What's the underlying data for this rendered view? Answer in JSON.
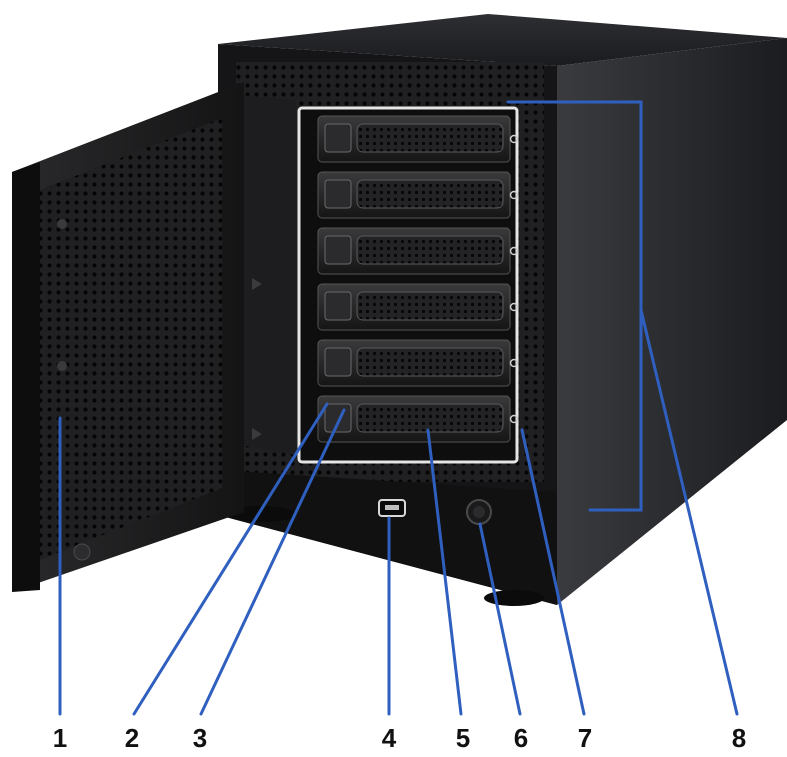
{
  "figure": {
    "callouts": [
      {
        "number": "1"
      },
      {
        "number": "2"
      },
      {
        "number": "3"
      },
      {
        "number": "4"
      },
      {
        "number": "5"
      },
      {
        "number": "6"
      },
      {
        "number": "7"
      },
      {
        "number": "8"
      }
    ],
    "drive_bays": 6
  },
  "colors": {
    "chassis": "#1c1c1e",
    "chassis_side": "#2a2b2e",
    "leader_line": "#2f5fbf",
    "bay_frame": "#e6e6e6"
  }
}
